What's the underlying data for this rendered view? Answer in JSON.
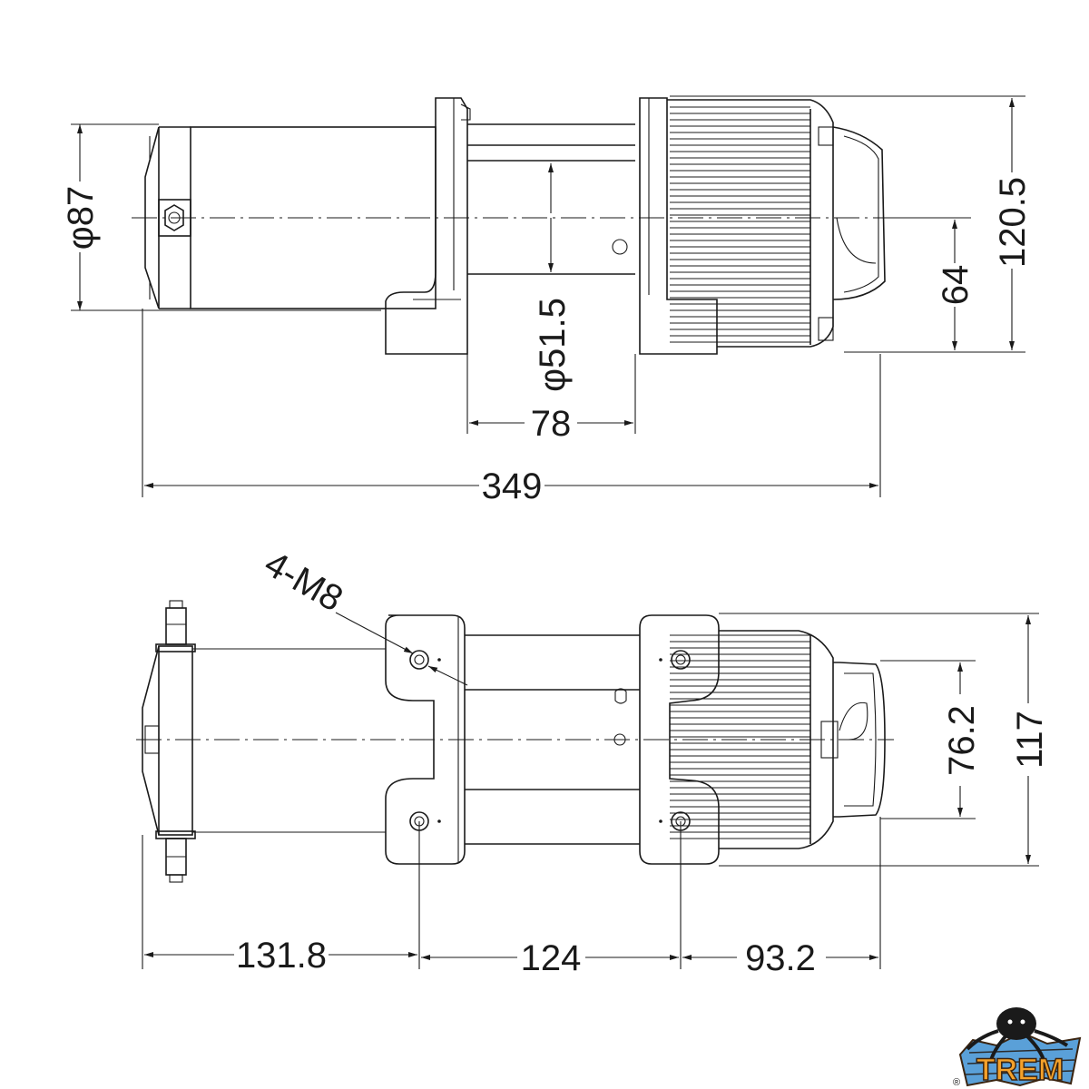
{
  "top_view": {
    "dims": {
      "diameter_motor": "φ87",
      "diameter_drum": "φ51.5",
      "drum_length": "78",
      "overall_length": "349",
      "mount_height": "64",
      "overall_height": "120.5"
    }
  },
  "bottom_view": {
    "dims": {
      "bolt_spec": "4-M8",
      "motor_to_bolt": "131.8",
      "bolt_spacing": "124",
      "bolt_to_end": "93.2",
      "bolt_width": "76.2",
      "overall_width": "117"
    }
  },
  "logo": {
    "text": "TREM",
    "registered": "®",
    "colors": {
      "fill": "#f4a12a",
      "outline": "#3a2410",
      "accent": "#5aa0d8"
    }
  }
}
